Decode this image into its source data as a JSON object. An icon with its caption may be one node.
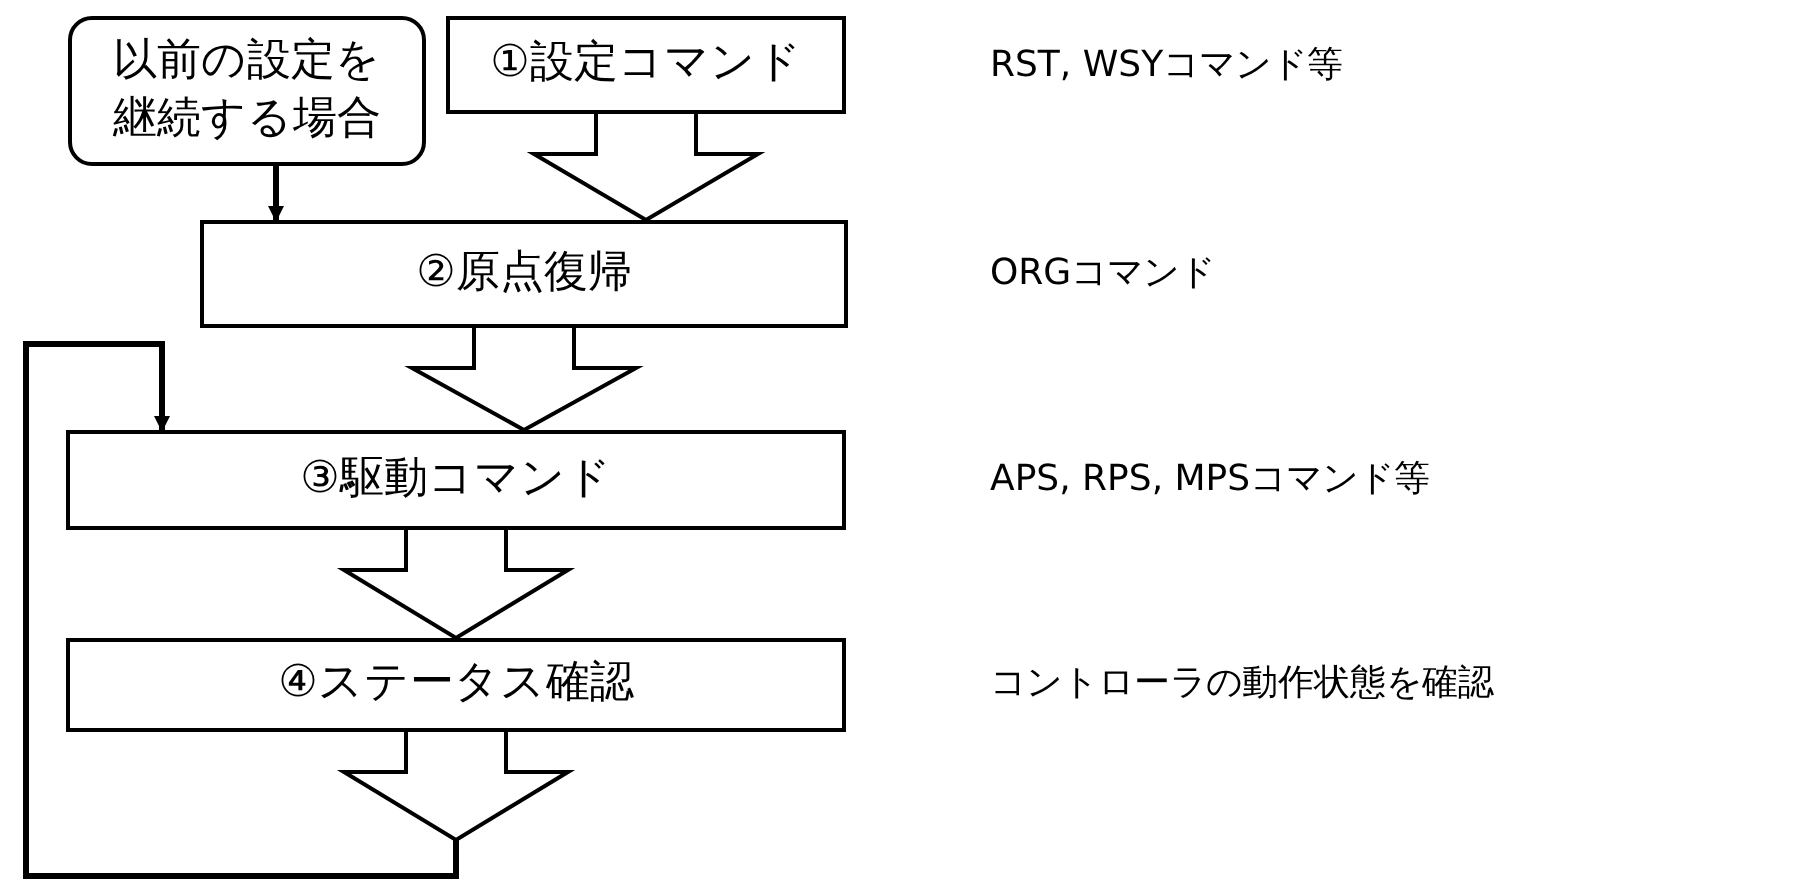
{
  "diagram": {
    "nodes": [
      {
        "text": [
          "以前の設定を継続する場合"
        ]
      },
      {
        "text": [
          "①設定コマンド"
        ]
      },
      {
        "text": [
          "②原点復帰"
        ]
      },
      {
        "text": [
          "③駆動コマンド"
        ]
      },
      {
        "text": [
          "④ステータス確認"
        ]
      }
    ],
    "edges": [
      {
        "from": 0,
        "to": 2,
        "arrow": "to"
      },
      {
        "from": 1,
        "to": 2,
        "arrow": "to",
        "style": "thick"
      },
      {
        "from": 2,
        "to": 3,
        "arrow": "to",
        "style": "thick"
      },
      {
        "from": 3,
        "to": 4,
        "arrow": "to",
        "style": "thick"
      },
      {
        "from": 4,
        "to": 3,
        "arrow": "to"
      }
    ],
    "labels": [
      "RST, WSYコマンド等",
      "ORGコマンド",
      "APS, RPS, MPSコマンド等",
      "コントローラの動作状態を確認"
    ]
  }
}
